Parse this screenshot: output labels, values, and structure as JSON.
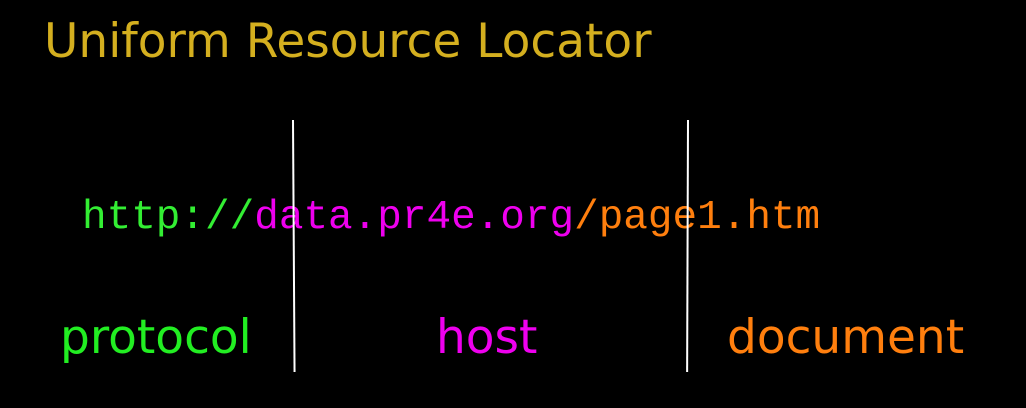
{
  "title": "Uniform Resource Locator",
  "url": {
    "protocol": "http://",
    "host": "data.pr4e.org",
    "document": "/page1.htm"
  },
  "labels": {
    "protocol": "protocol",
    "host": "host",
    "document": "document"
  },
  "colors": {
    "background": "#000000",
    "title": "#D4AF1F",
    "protocol": "#33EE33",
    "host": "#EE00EE",
    "document": "#FF7F0E",
    "divider": "#FFFFFF"
  }
}
